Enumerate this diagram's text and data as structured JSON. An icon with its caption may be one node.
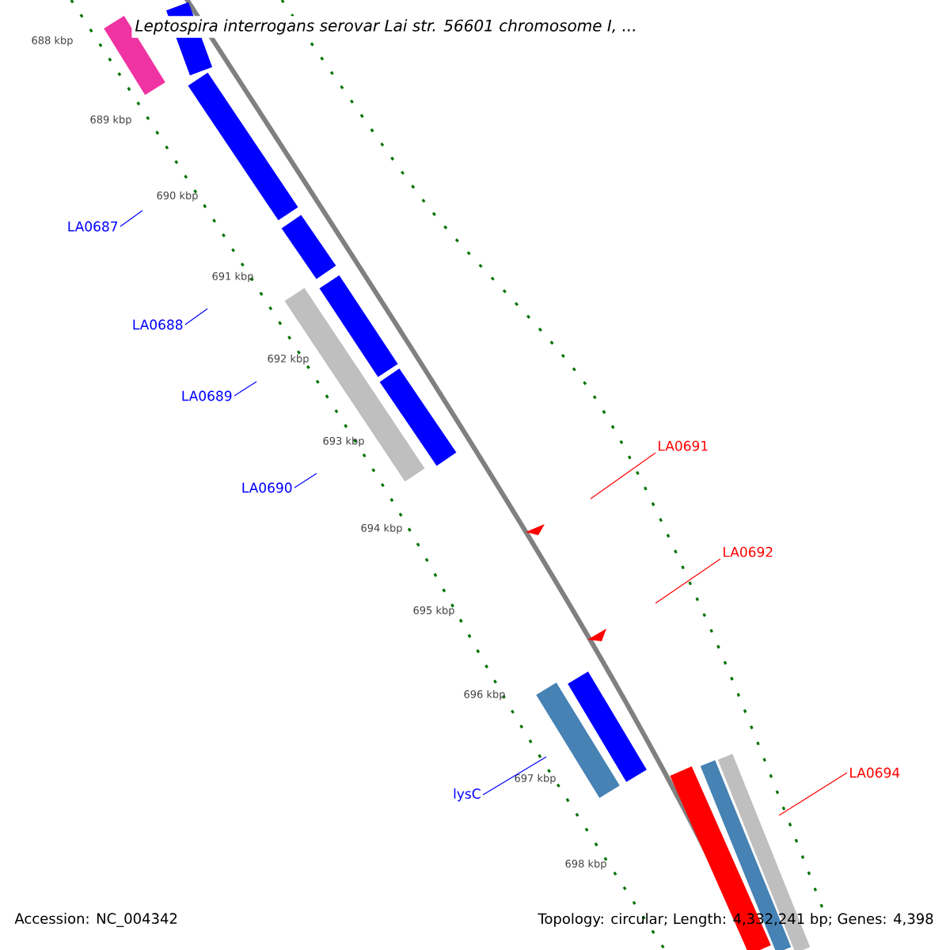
{
  "diagram": {
    "title": "Leptospira interrogans serovar Lai str. 56601 chromosome I, ...",
    "nodes": [
      {
        "text": [
          "LA0687"
        ]
      },
      {
        "text": [
          "LA0688"
        ]
      },
      {
        "text": [
          "LA0689"
        ]
      },
      {
        "text": [
          "LA0690"
        ]
      },
      {
        "text": [
          "LA0691"
        ]
      },
      {
        "text": [
          "LA0692"
        ]
      },
      {
        "text": [
          "lysC"
        ]
      },
      {
        "text": [
          "LA0694"
        ]
      }
    ],
    "edges": [
      {
        "from": 0,
        "to": null,
        "arrow": "none"
      },
      {
        "from": 1,
        "to": null,
        "arrow": "none"
      },
      {
        "from": 2,
        "to": null,
        "arrow": "none"
      },
      {
        "from": 3,
        "to": null,
        "arrow": "none"
      },
      {
        "from": 4,
        "to": null,
        "arrow": "none",
        "color": "#ff0000"
      },
      {
        "from": 5,
        "to": null,
        "arrow": "none",
        "color": "#ff0000"
      },
      {
        "from": 6,
        "to": null,
        "arrow": "none"
      },
      {
        "from": 7,
        "to": null,
        "arrow": "none",
        "color": "#ff0000"
      }
    ],
    "labels": [
      "688 kbp",
      "689 kbp",
      "690 kbp",
      "691 kbp",
      "692 kbp",
      "693 kbp",
      "694 kbp",
      "695 kbp",
      "696 kbp",
      "697 kbp",
      "698 kbp",
      "Accession: NC_004342",
      "Topology: circular; Length: 4,332,241 bp; Genes: 4,398"
    ]
  }
}
